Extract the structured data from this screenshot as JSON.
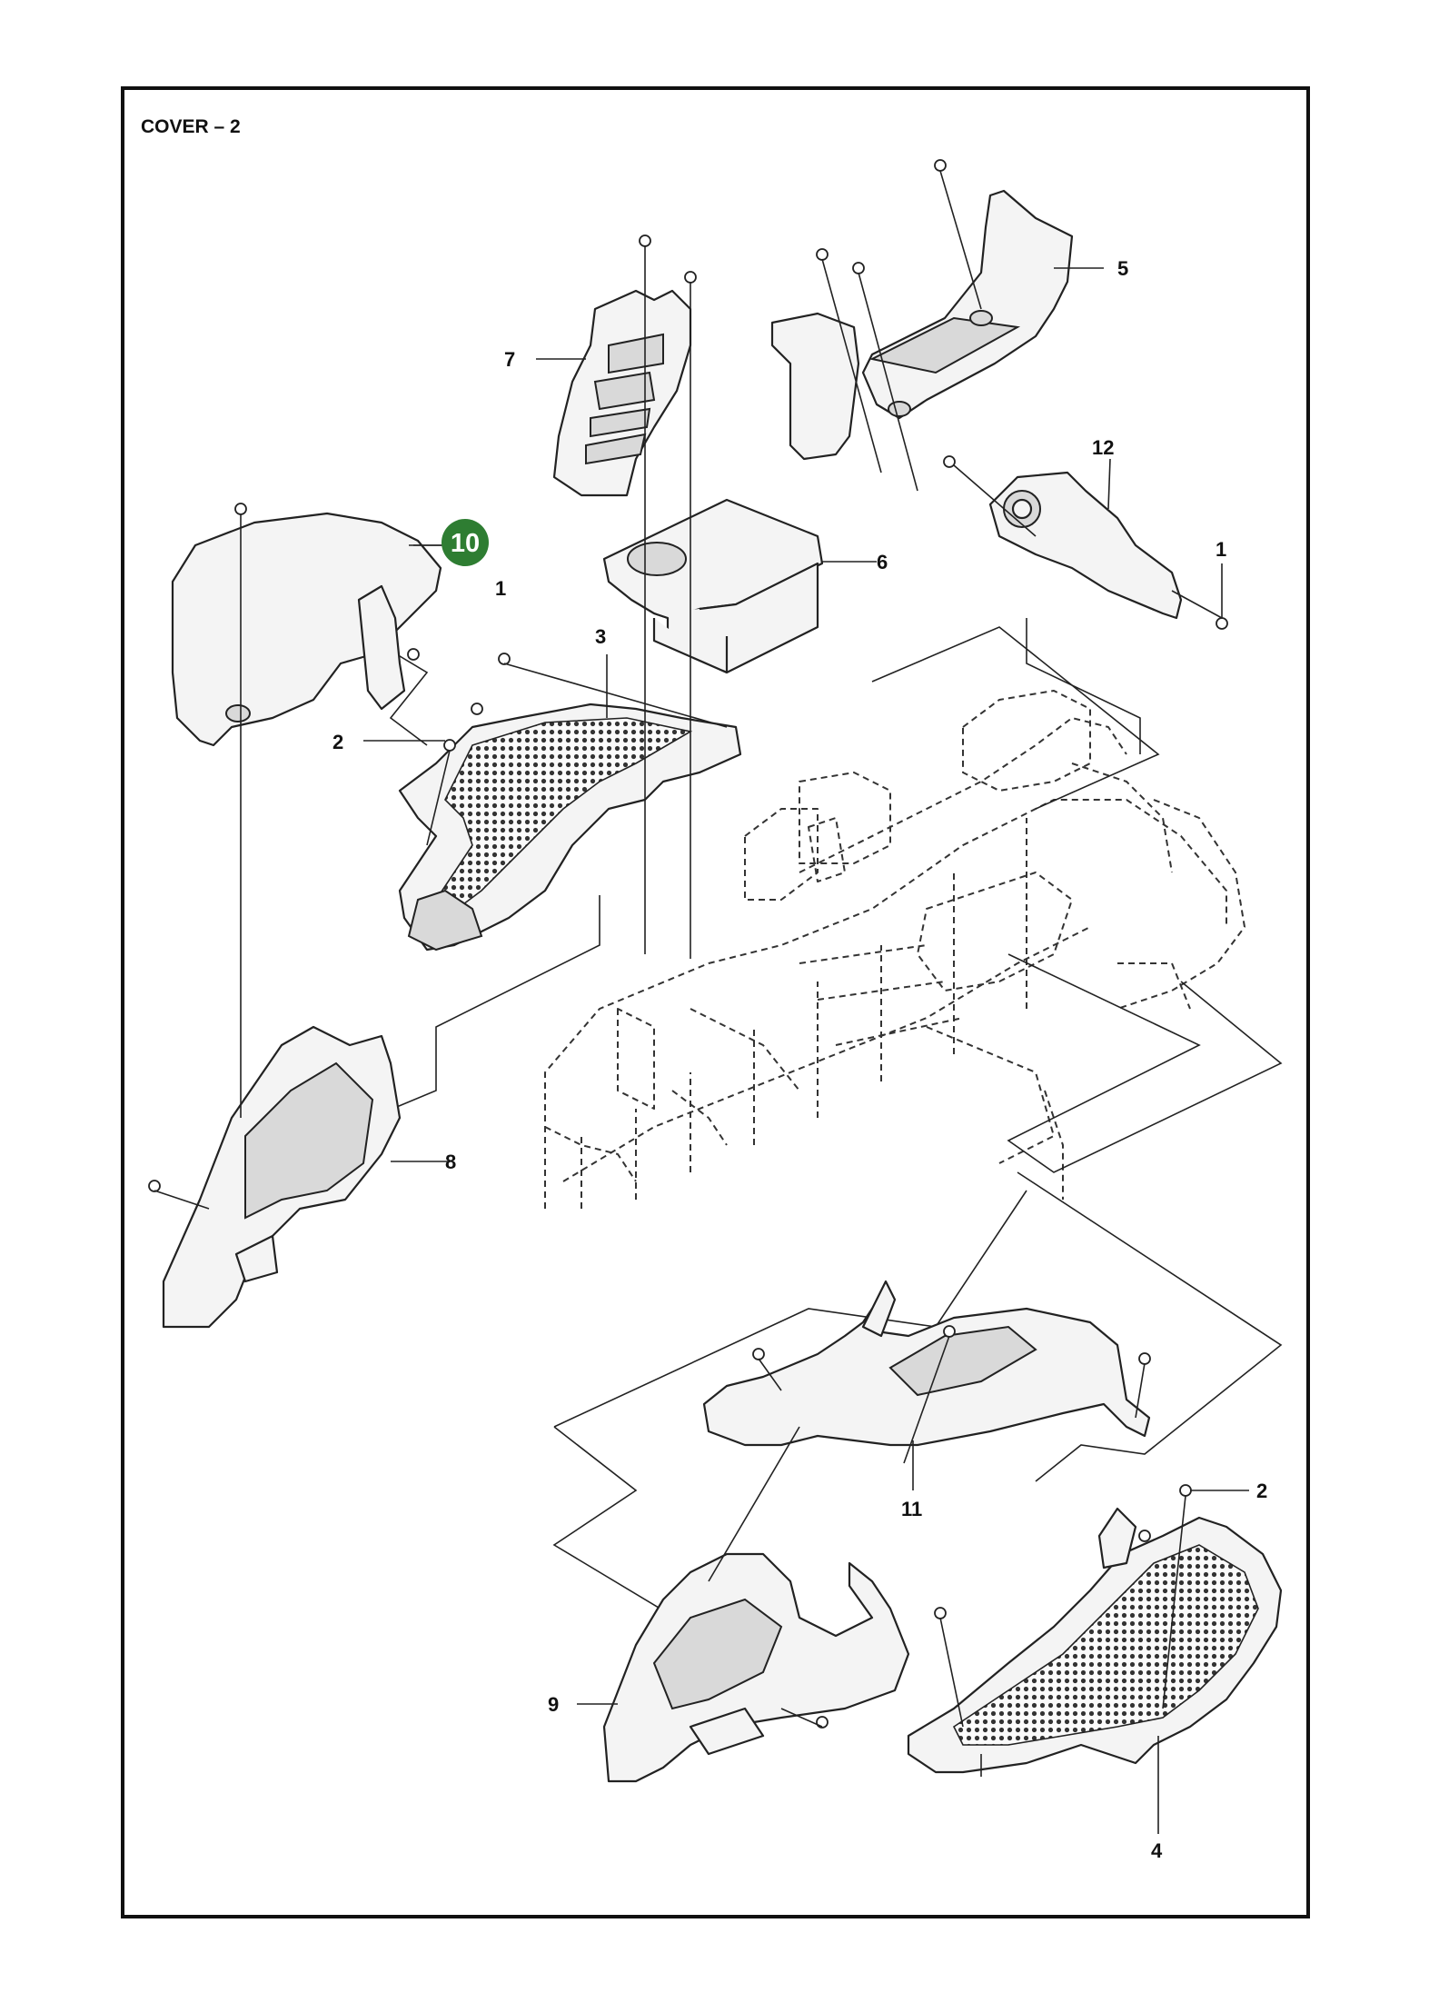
{
  "title": "COVER – 2",
  "highlight_color": "#2e7d32",
  "callouts": {
    "c1a": "1",
    "c1b": "1",
    "c2a": "2",
    "c2b": "2",
    "c3": "3",
    "c4": "4",
    "c5": "5",
    "c6": "6",
    "c7": "7",
    "c8": "8",
    "c9": "9",
    "c10": "10",
    "c11": "11",
    "c12": "12"
  }
}
